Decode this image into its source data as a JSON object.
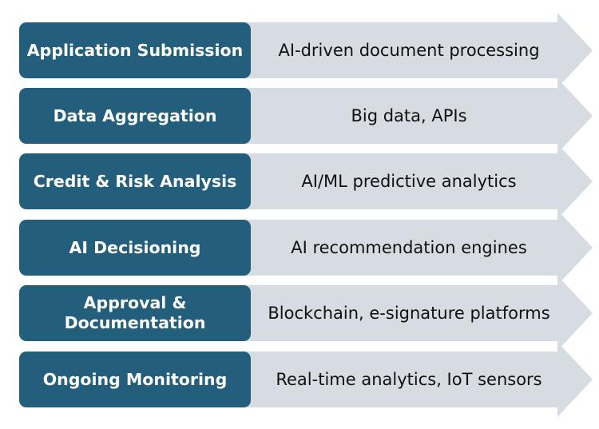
{
  "colors": {
    "stage_fill": "#235f7d",
    "arrow_fill": "#d7dce2",
    "stage_text": "#ffffff",
    "tech_text": "#111111"
  },
  "rows": [
    {
      "stage": "Application Submission",
      "tech": "AI-driven document processing"
    },
    {
      "stage": "Data Aggregation",
      "tech": "Big data, APIs"
    },
    {
      "stage": "Credit & Risk Analysis",
      "tech": "AI/ML predictive analytics"
    },
    {
      "stage": "AI Decisioning",
      "tech": "AI recommendation engines"
    },
    {
      "stage": "Approval & Documentation",
      "tech": "Blockchain, e-signature platforms"
    },
    {
      "stage": "Ongoing Monitoring",
      "tech": "Real-time analytics, IoT sensors"
    }
  ]
}
